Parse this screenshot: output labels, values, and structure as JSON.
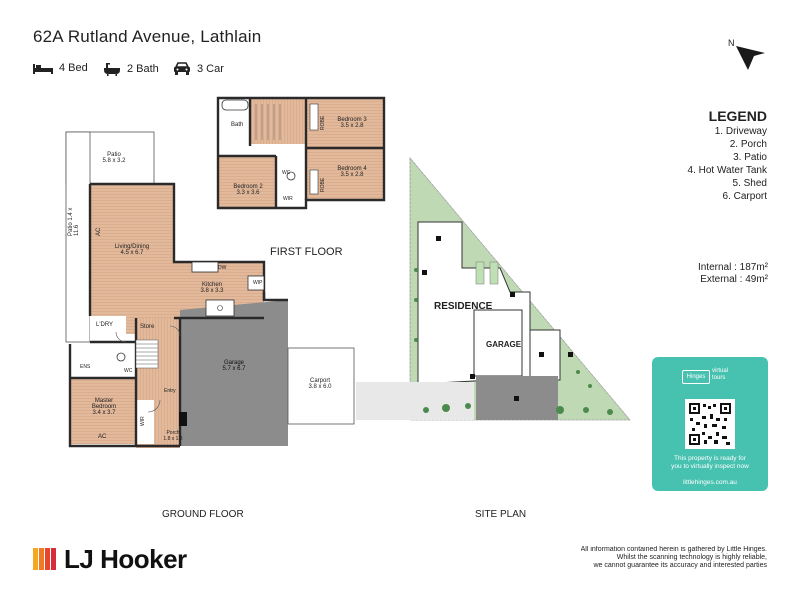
{
  "header": {
    "title": "62A Rutland Avenue, Lathlain",
    "features": {
      "bed": "4 Bed",
      "bath": "2 Bath",
      "car": "3 Car"
    },
    "compass_label": "N"
  },
  "legend": {
    "heading": "LEGEND",
    "items": [
      "1. Driveway",
      "2. Porch",
      "3. Patio",
      "4. Hot Water Tank",
      "5. Shed",
      "6. Carport"
    ]
  },
  "areas": {
    "internal": "Internal : 187m²",
    "external": "External :  49m²"
  },
  "ground_floor": {
    "caption": "GROUND FLOOR",
    "rooms": {
      "patio_top": "Patio",
      "patio_top_dim": "5.8 x 3.2",
      "patio_side": "Patio",
      "patio_side_dim": "1.4 x 11.6",
      "living": "Living/Dining",
      "living_dim": "4.5 x 6.7",
      "kitchen": "Kitchen",
      "kitchen_dim": "3.8 x 3.3",
      "wip": "WIP",
      "pantry": "DW",
      "laundry": "L'DRY",
      "store": "Store",
      "wc": "WC",
      "ens": "ENS",
      "master": "Master",
      "master2": "Bedroom",
      "master_dim": "3.4 x 3.7",
      "wir": "WIR",
      "entry": "Entry",
      "porch": "Porch",
      "porch_dim": "1.8 x 1.8",
      "garage": "Garage",
      "garage_dim": "5.7 x 6.7",
      "carport": "Carport",
      "carport_dim": "3.8 x 6.0",
      "ac1": "AC",
      "ac2": "AC"
    }
  },
  "first_floor": {
    "caption": "FIRST FLOOR",
    "rooms": {
      "bath": "Bath",
      "robe1": "ROBE",
      "robe2": "ROBE",
      "bed3": "Bedroom 3",
      "bed3_dim": "3.5 x 2.8",
      "bed4": "Bedroom 4",
      "bed4_dim": "3.5 x 2.8",
      "bed2": "Bedroom 2",
      "bed2_dim": "3.3 x 3.6",
      "wc": "WC",
      "wir": "WIR"
    }
  },
  "site_plan": {
    "caption": "SITE PLAN",
    "residence": "RESIDENCE",
    "garage": "GARAGE"
  },
  "tour": {
    "brand": "Hinges",
    "brand_tag": "virtual tours",
    "text1": "This property is ready for",
    "text2": "you to virtually inspect now",
    "url": "littlehinges.com.au"
  },
  "footer": {
    "agency": "LJ Hooker",
    "disclaimer": [
      "All information contained herein is gathered by Little Hinges.",
      "Whilst the scanning technology is highly reliable,",
      "we cannot guarantee its accuracy and interested parties"
    ]
  },
  "colors": {
    "wood": "#e2b799",
    "floor": "#dcb296",
    "garage": "#8c8c8c",
    "wall": "#333333",
    "accent": "#47c1b0",
    "grass": "#bfd9b5",
    "tree": "#4d8a4d"
  }
}
